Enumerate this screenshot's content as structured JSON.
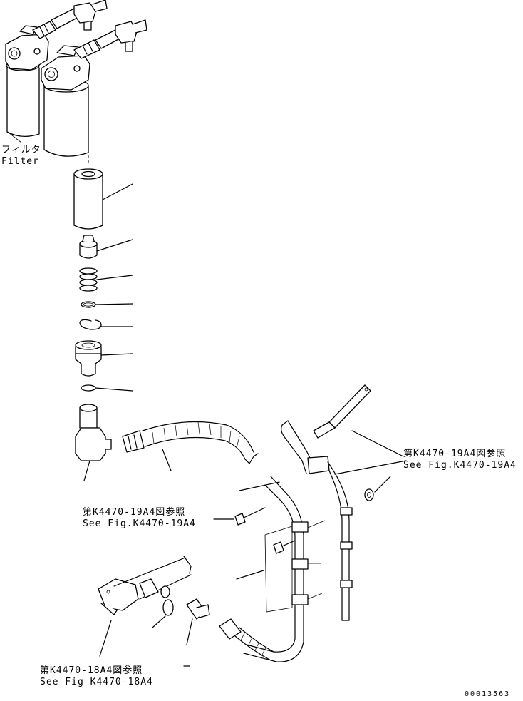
{
  "labels": {
    "filter_jp": "フィルタ",
    "filter_en": "Filter",
    "ref_19a4_jp_right": "第K4470-19A4図参照",
    "ref_19a4_en_right": "See Fig.K4470-19A4",
    "ref_19a4_jp_mid": "第K4470-19A4図参照",
    "ref_19a4_en_mid": "See Fig.K4470-19A4",
    "ref_18a4_jp": "第K4470-18A4図参照",
    "ref_18a4_en": "See Fig K4470-18A4",
    "drawing_code": "00013563"
  }
}
